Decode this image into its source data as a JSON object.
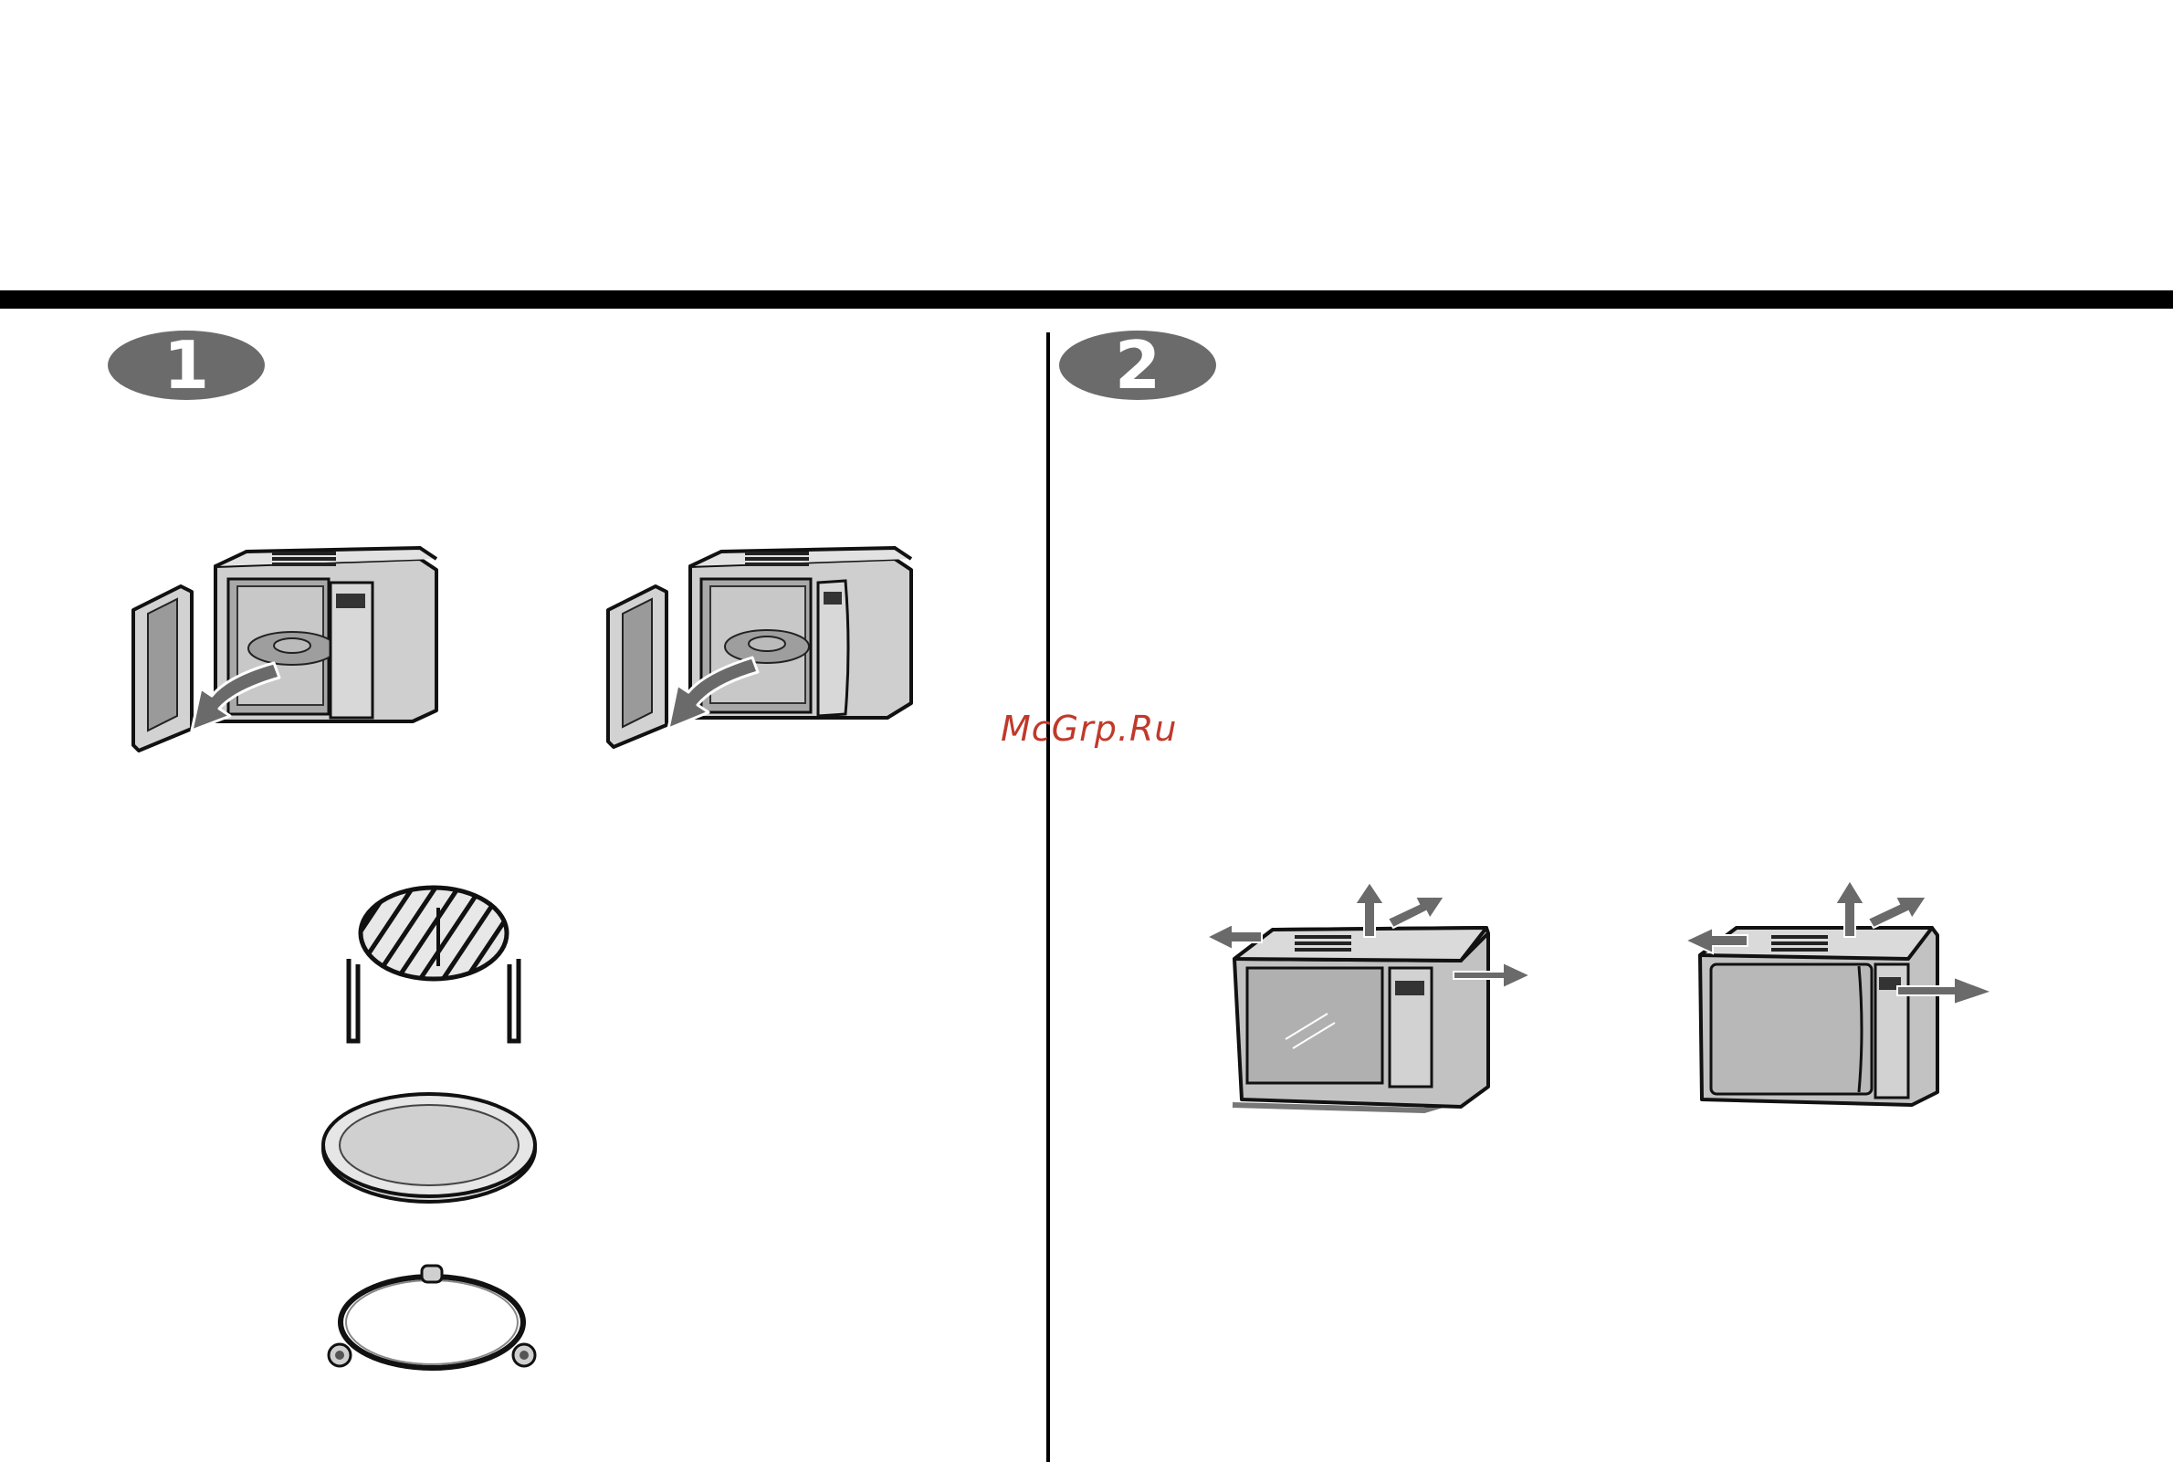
{
  "steps": [
    {
      "number": "1"
    },
    {
      "number": "2"
    }
  ],
  "watermark": {
    "text": "McGrp.Ru"
  },
  "colors": {
    "badge": "#6b6b6b",
    "appliance": "#bdbdbd",
    "arrow": "#666666",
    "rule": "#000000",
    "watermark": "#c0392b"
  },
  "illustrations": {
    "section1": [
      "microwave-open-door-removal-icon",
      "microwave-open-door-removal-icon",
      "grill-rack-icon",
      "glass-tray-icon",
      "roller-ring-icon"
    ],
    "section2": [
      "microwave-ventilation-clearance-icon",
      "microwave-ventilation-clearance-icon"
    ]
  }
}
